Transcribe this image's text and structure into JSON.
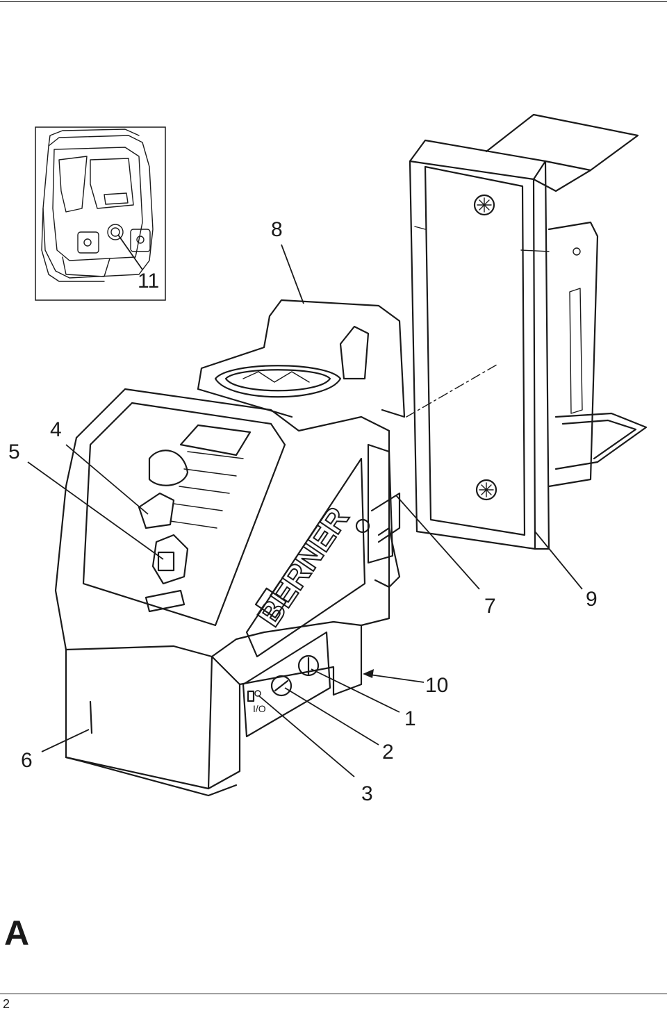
{
  "figure": {
    "letter": "A",
    "page_number": "2",
    "brand_label": "BERNER",
    "switch_label": "I/O",
    "callouts": [
      "1",
      "2",
      "3",
      "4",
      "5",
      "6",
      "7",
      "8",
      "9",
      "10",
      "11"
    ]
  }
}
